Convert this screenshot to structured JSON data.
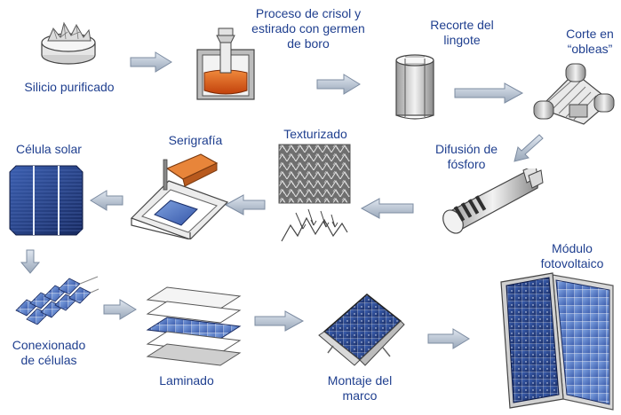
{
  "diagram": {
    "label_color": "#1f3f8f",
    "arrow_color": "#b8c4d4",
    "steps": [
      {
        "id": "silicio",
        "label": "Silicio purificado",
        "icon": "silicon-chunks-icon"
      },
      {
        "id": "crisol",
        "label": "Proceso de crisol  y\nestirado con germen\nde boro",
        "icon": "crucible-icon"
      },
      {
        "id": "recorte",
        "label": "Recorte del\nlingote",
        "icon": "ingot-icon"
      },
      {
        "id": "corte",
        "label": "Corte en\n“obleas”",
        "icon": "wafer-saw-icon"
      },
      {
        "id": "difusion",
        "label": "Difusión de\nfósforo",
        "icon": "diffusion-furnace-icon"
      },
      {
        "id": "texturizado",
        "label": "Texturizado",
        "icon": "texturized-surface-icon"
      },
      {
        "id": "serigrafia",
        "label": "Serigrafía",
        "icon": "screen-printing-icon"
      },
      {
        "id": "celula",
        "label": "Célula solar",
        "icon": "solar-cell-icon"
      },
      {
        "id": "conexionado",
        "label": "Conexionado\nde células",
        "icon": "cell-string-icon"
      },
      {
        "id": "laminado",
        "label": "Laminado",
        "icon": "laminate-layers-icon"
      },
      {
        "id": "montaje",
        "label": "Montaje del\nmarco",
        "icon": "frame-mount-icon"
      },
      {
        "id": "modulo",
        "label": "Módulo\nfotovoltaico",
        "icon": "pv-module-icon"
      }
    ]
  }
}
